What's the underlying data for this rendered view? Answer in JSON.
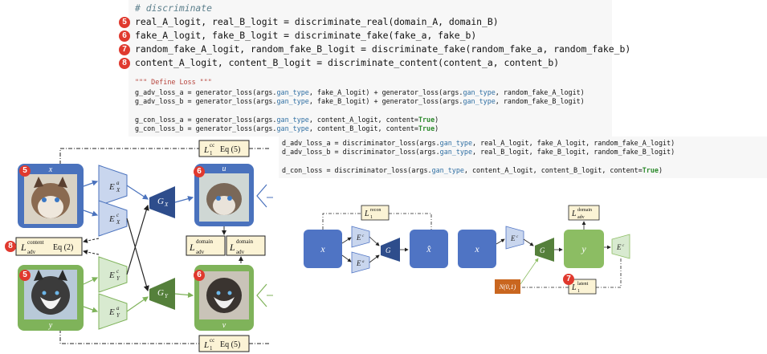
{
  "code_top": {
    "comment": "# discriminate",
    "lines": [
      {
        "badge": "5",
        "pre": "real_A_logit, real_B_logit = discriminate_real(domain_A, domain_B)"
      },
      {
        "badge": "6",
        "pre": "fake_A_logit, fake_B_logit = discriminate_fake(fake_a, fake_b)"
      },
      {
        "badge": "7",
        "pre": "random_fake_A_logit, random_fake_B_logit = discriminate_fake(random_fake_a, random_fake_b)"
      },
      {
        "badge": "8",
        "pre": "content_A_logit, content_B_logit = discriminate_content(content_a, content_b)"
      }
    ],
    "docstring": "\"\"\" Define Loss \"\"\"",
    "loss_lines": [
      {
        "a": "g_adv_loss_a = generator_loss(args.",
        "k1": "gan_type",
        "b": ", fake_A_logit) + generator_loss(args.",
        "k2": "gan_type",
        "c": ", random_fake_A_logit)"
      },
      {
        "a": "g_adv_loss_b = generator_loss(args.",
        "k1": "gan_type",
        "b": ", fake_B_logit) + generator_loss(args.",
        "k2": "gan_type",
        "c": ", random_fake_B_logit)"
      }
    ],
    "con_lines": [
      {
        "a": "g_con_loss_a = generator_loss(args.",
        "k": "gan_type",
        "b": ", content_A_logit, content=",
        "t": "True",
        "c": ")"
      },
      {
        "a": "g_con_loss_b = generator_loss(args.",
        "k": "gan_type",
        "b": ", content_B_logit, content=",
        "t": "True",
        "c": ")"
      }
    ]
  },
  "code_bottom": {
    "lines": [
      {
        "a": "d_adv_loss_a = discriminator_loss(args.",
        "k": "gan_type",
        "b": ", real_A_logit, fake_A_logit, random_fake_A_logit)"
      },
      {
        "a": "d_adv_loss_b = discriminator_loss(args.",
        "k": "gan_type",
        "b": ", real_B_logit, fake_B_logit, random_fake_B_logit)"
      }
    ],
    "con": {
      "a": "d_con_loss = discriminator_loss(args.",
      "k": "gan_type",
      "b": ", content_A_logit, content_B_logit, content=",
      "t": "True",
      "c": ")"
    }
  },
  "left_diagram": {
    "domain_x_label": "x",
    "domain_y_label": "y",
    "out_u_label": "u",
    "out_v_label": "v",
    "enc_a_x": "E",
    "enc_sub_x": "X",
    "sup_a": "a",
    "sup_c": "c",
    "enc_sub_y": "Y",
    "gen": "G",
    "loss_cc_top": "L",
    "loss_cc_sup": "cc",
    "loss_cc_sub": "1",
    "loss_eq5": "Eq (5)",
    "loss_content": "L",
    "content_sup": "content",
    "adv_sub": "adv",
    "loss_eq2": "Eq (2)",
    "domain_sup": "domain",
    "badges": [
      "5",
      "6",
      "8",
      "5",
      "6"
    ],
    "colors": {
      "blue": "#4a72bd",
      "green": "#7fb35a",
      "dark_blue": "#2e4d8c",
      "dark_green": "#55803b",
      "enc_blue": "#c9d6ee",
      "enc_green": "#d8ead0",
      "loss_box": "#fbf3d5"
    }
  },
  "right_diagram": {
    "x1": "x",
    "xhat": "x̂",
    "x2": "x",
    "y": "y",
    "recon_sup": "recon",
    "one_sub": "1",
    "domain_sup": "domain",
    "adv_sub": "adv",
    "latent_sup": "latent",
    "noise": "N(0,1)",
    "badge": "7",
    "colors": {
      "block": "#4f74c4",
      "block_green": "#8cbd63",
      "noise": "#c9661f"
    }
  }
}
